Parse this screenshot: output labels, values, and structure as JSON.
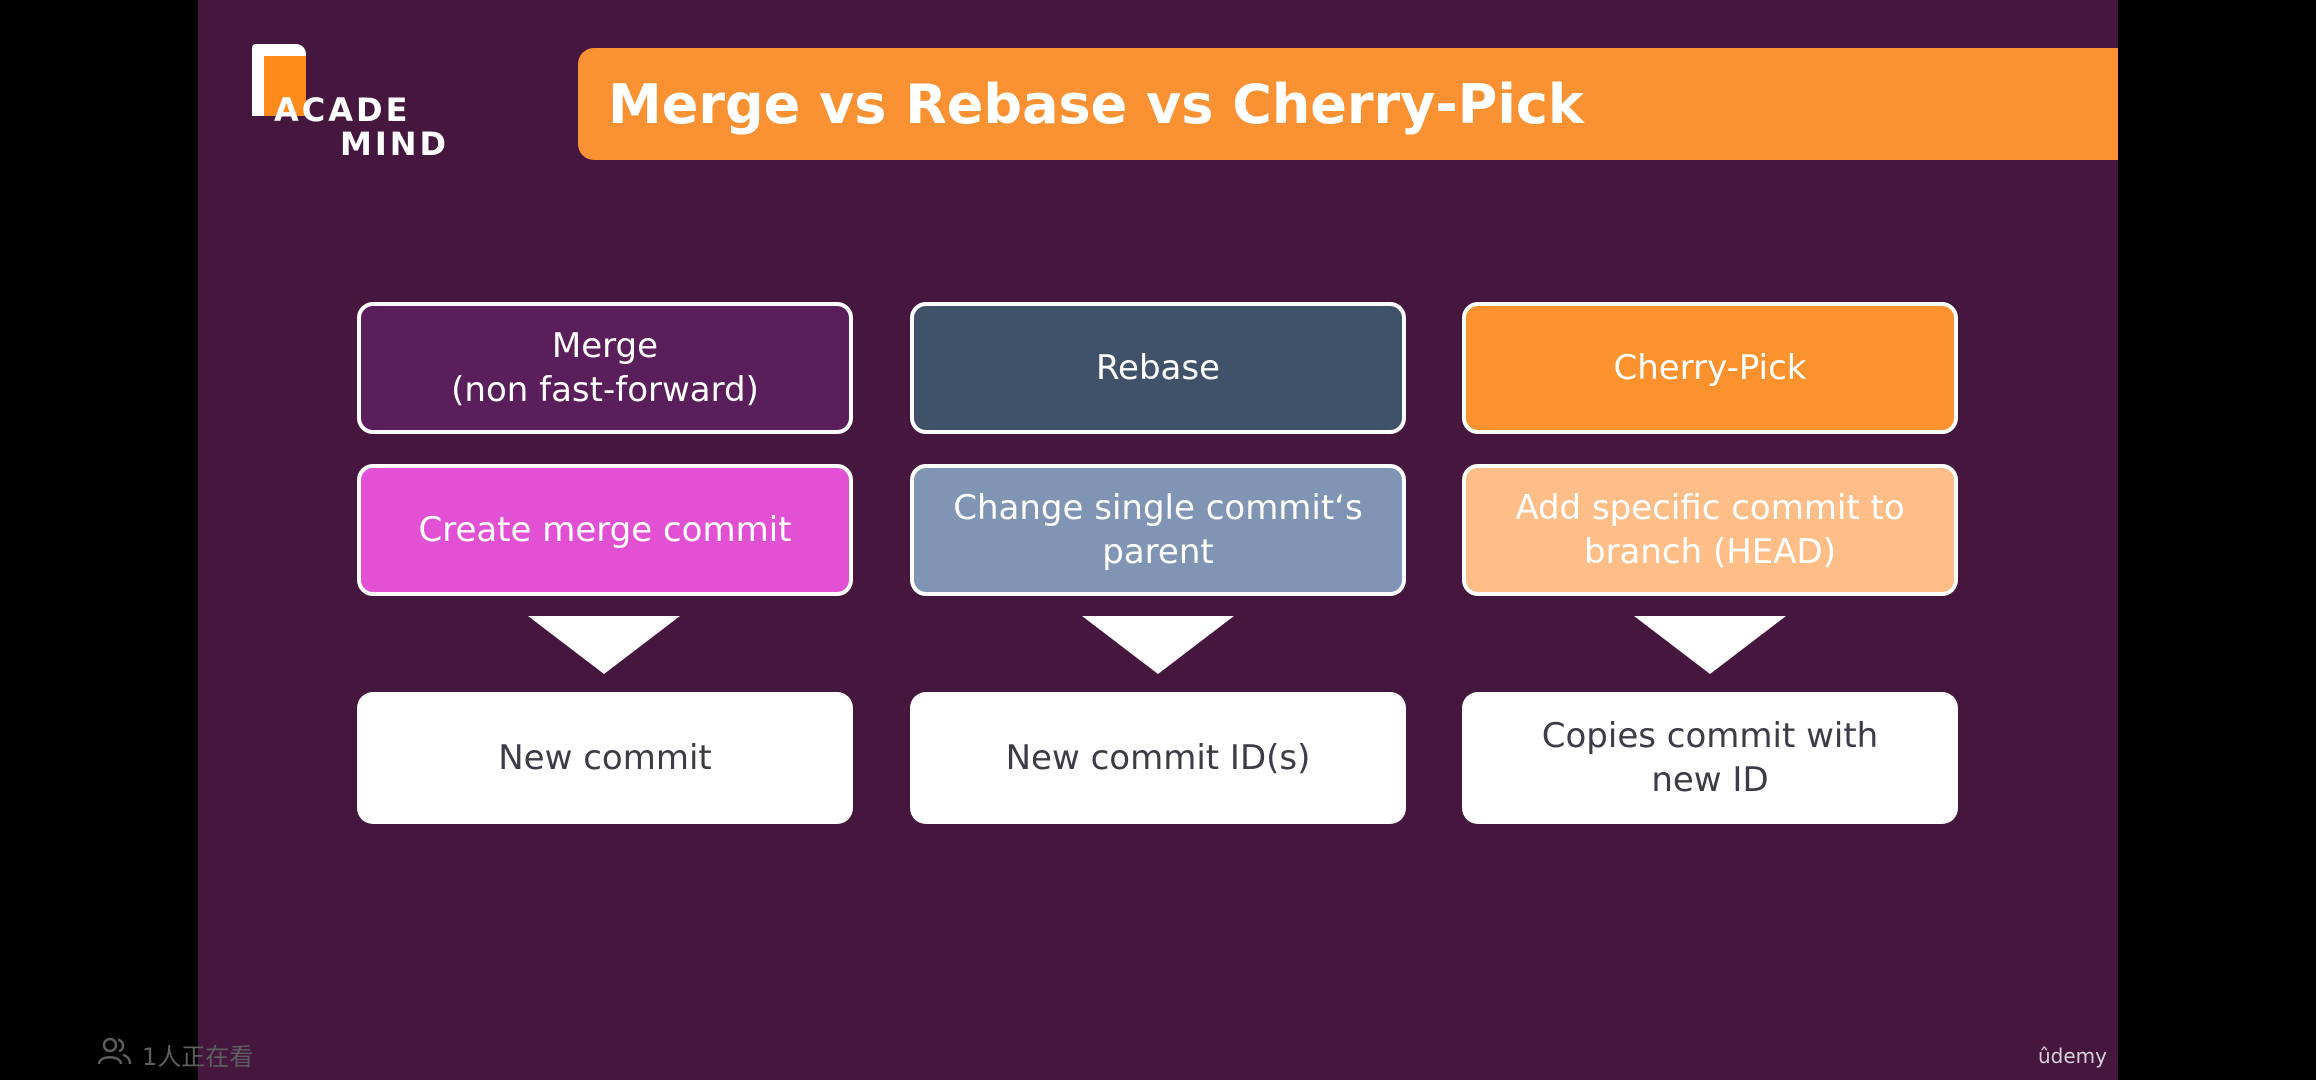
{
  "slide": {
    "title": "Merge vs Rebase vs Cherry-Pick",
    "logo": {
      "line1": "ACADE",
      "line2": "MIND"
    },
    "columns": [
      {
        "heading": "Merge\n(non fast-forward)",
        "description": "Create merge commit",
        "result": "New commit"
      },
      {
        "heading": "Rebase",
        "description": "Change single commit‘s parent",
        "result": "New commit ID(s)"
      },
      {
        "heading": "Cherry-Pick",
        "description": "Add specific commit to branch (HEAD)",
        "result": "Copies commit with\nnew ID"
      }
    ],
    "watermark": "ûdemy"
  },
  "overlay": {
    "viewer_icon": "people-icon",
    "viewer_count": "1人正在看"
  },
  "colors": {
    "background": "#45173f",
    "accent": "#fa9234",
    "merge_head": "#5a1f5a",
    "rebase_head": "#40526a",
    "cherry_head": "#fb922d",
    "merge_desc": "#e251d3",
    "rebase_desc": "#7f95b3",
    "cherry_desc": "#ffbd87"
  }
}
